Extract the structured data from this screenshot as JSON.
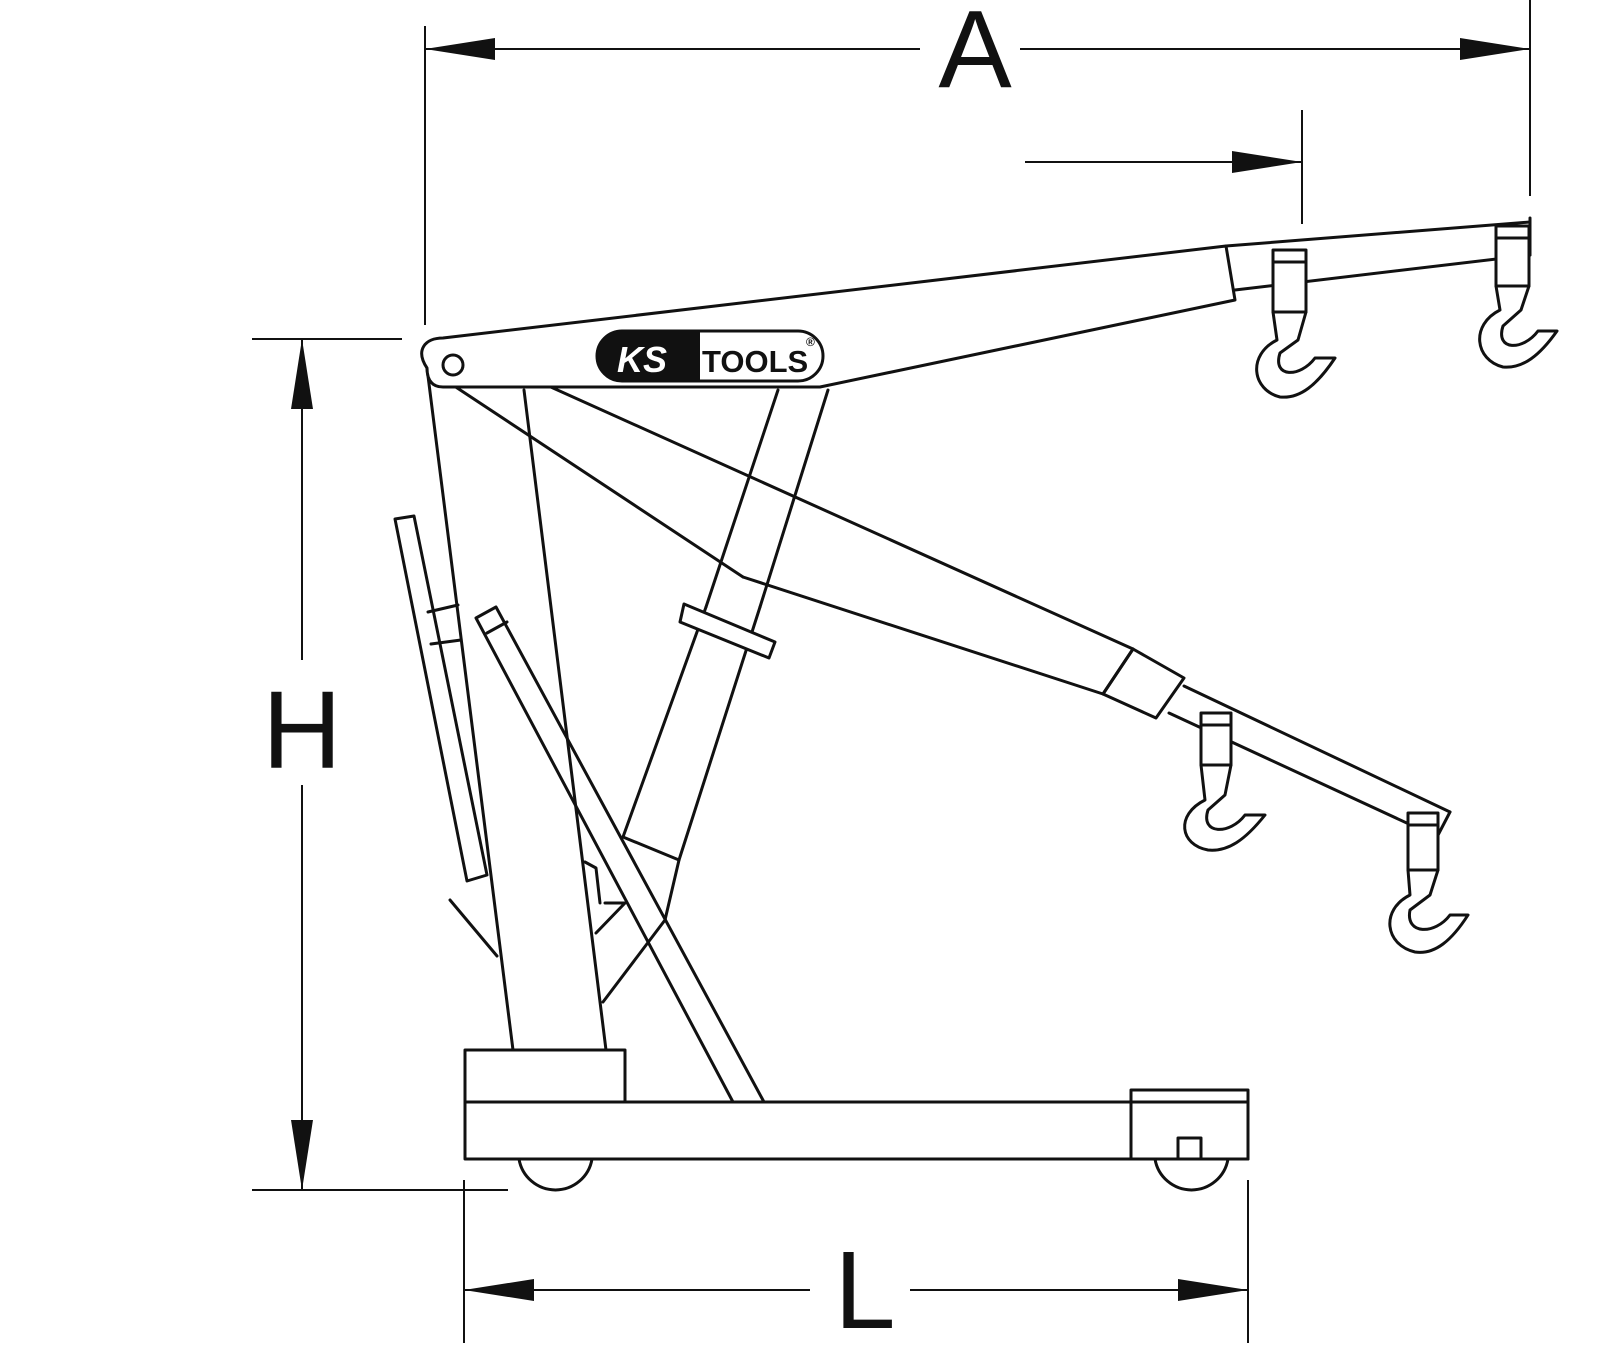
{
  "diagram": {
    "brand": {
      "ks": "KS",
      "tools": "TOOLS",
      "registered": "®"
    },
    "dimensions": {
      "reach": "A",
      "height": "H",
      "length": "L"
    },
    "colors": {
      "line": "#111111",
      "background": "#ffffff"
    }
  }
}
